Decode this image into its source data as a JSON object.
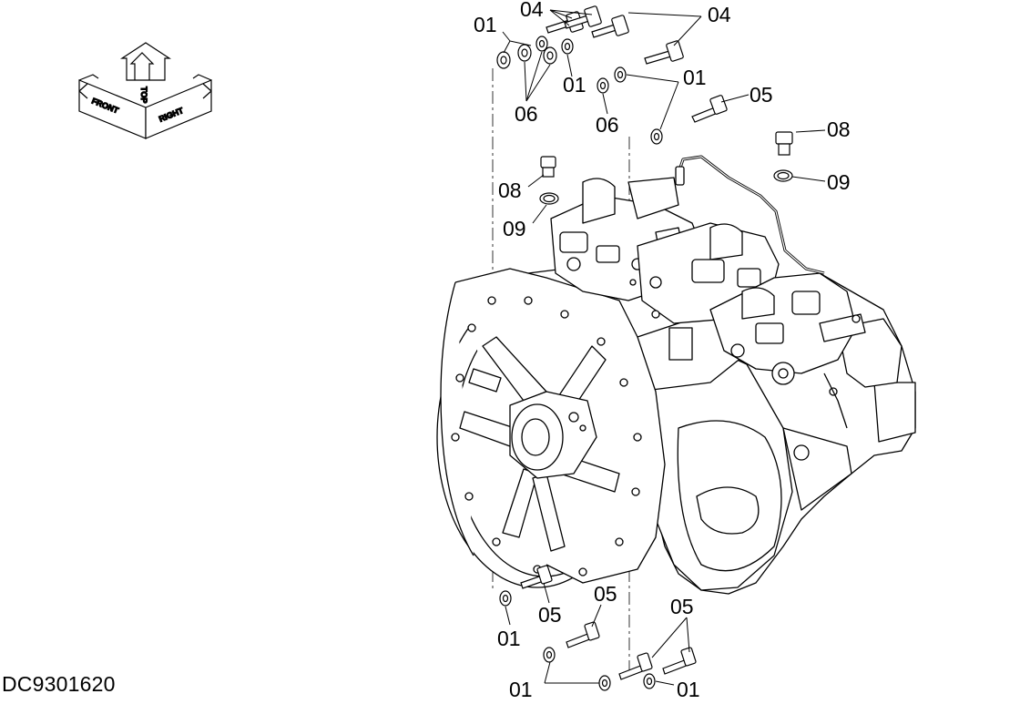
{
  "drawing_number": "DC9301620",
  "orientation_icon": {
    "top": "TOP",
    "front": "FRONT",
    "right": "RIGHT"
  },
  "callouts": {
    "c_01_a": "01",
    "c_04_a": "04",
    "c_04_b": "04",
    "c_06_a": "06",
    "c_01_b": "01",
    "c_06_b": "06",
    "c_01_c": "01",
    "c_05_a": "05",
    "c_08_a": "08",
    "c_09_a": "09",
    "c_08_b": "08",
    "c_09_b": "09",
    "c_05_b": "05",
    "c_01_d": "01",
    "c_05_c": "05",
    "c_05_d": "05",
    "c_01_e": "01",
    "c_01_f": "01"
  }
}
